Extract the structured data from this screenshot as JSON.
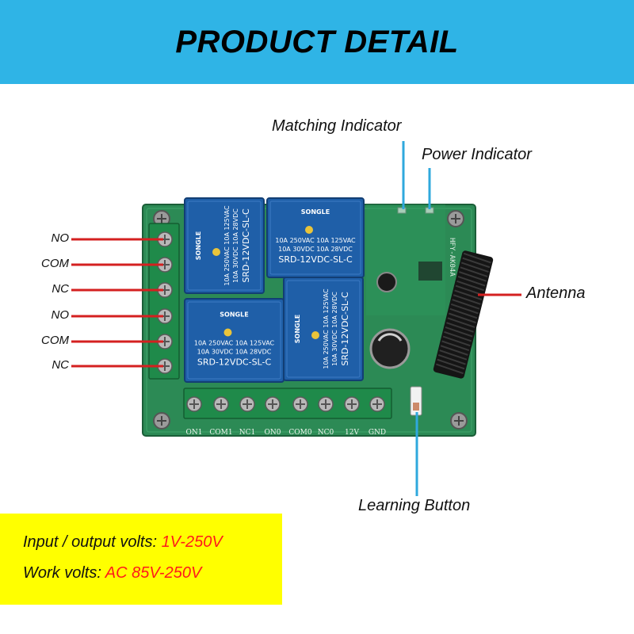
{
  "header": {
    "title": "PRODUCT DETAIL"
  },
  "pins_left": [
    "NO",
    "COM",
    "NC",
    "NO",
    "COM",
    "NC"
  ],
  "callouts": {
    "matching_indicator": "Matching Indicator",
    "power_indicator": "Power Indicator",
    "antenna": "Antenna",
    "learning_button": "Learning Button"
  },
  "relays": [
    {
      "brand": "SONGLE",
      "rating1": "10A 250VAC  10A 125VAC",
      "rating2": "10A 30VDC  10A 28VDC",
      "model": "SRD-12VDC-SL-C"
    },
    {
      "brand": "SONGLE",
      "rating1": "10A 250VAC  10A 125VAC",
      "rating2": "10A 30VDC  10A 28VDC",
      "model": "SRD-12VDC-SL-C"
    },
    {
      "brand": "SONGLE",
      "rating1": "10A 250VAC  10A 125VAC",
      "rating2": "10A 30VDC  10A 28VDC",
      "model": "SRD-12VDC-SL-C"
    },
    {
      "brand": "SONGLE",
      "rating1": "10A 250VAC  10A 125VAC",
      "rating2": "10A 30VDC  10A 28VDC",
      "model": "SRD-12VDC-SL-C"
    }
  ],
  "bottom_terminals": [
    "ON1",
    "COM1",
    "NC1",
    "ON0",
    "COM0",
    "NC0",
    "12V",
    "GND"
  ],
  "board_marking": "HFY-AK04A",
  "specs": {
    "io_label": "Input / output volts:",
    "io_value": "1V-250V",
    "work_label": "Work volts:",
    "work_value": "AC 85V-250V"
  },
  "colors": {
    "header_bg": "#2fb4e6",
    "pcb": "#2c8a55",
    "relay": "#1f5fa8",
    "terminal": "#1f8a4a",
    "lead_red": "#d42020",
    "lead_blue": "#2fa8dd",
    "spec_bg": "#ffff00",
    "spec_value": "#ff1a1a"
  }
}
